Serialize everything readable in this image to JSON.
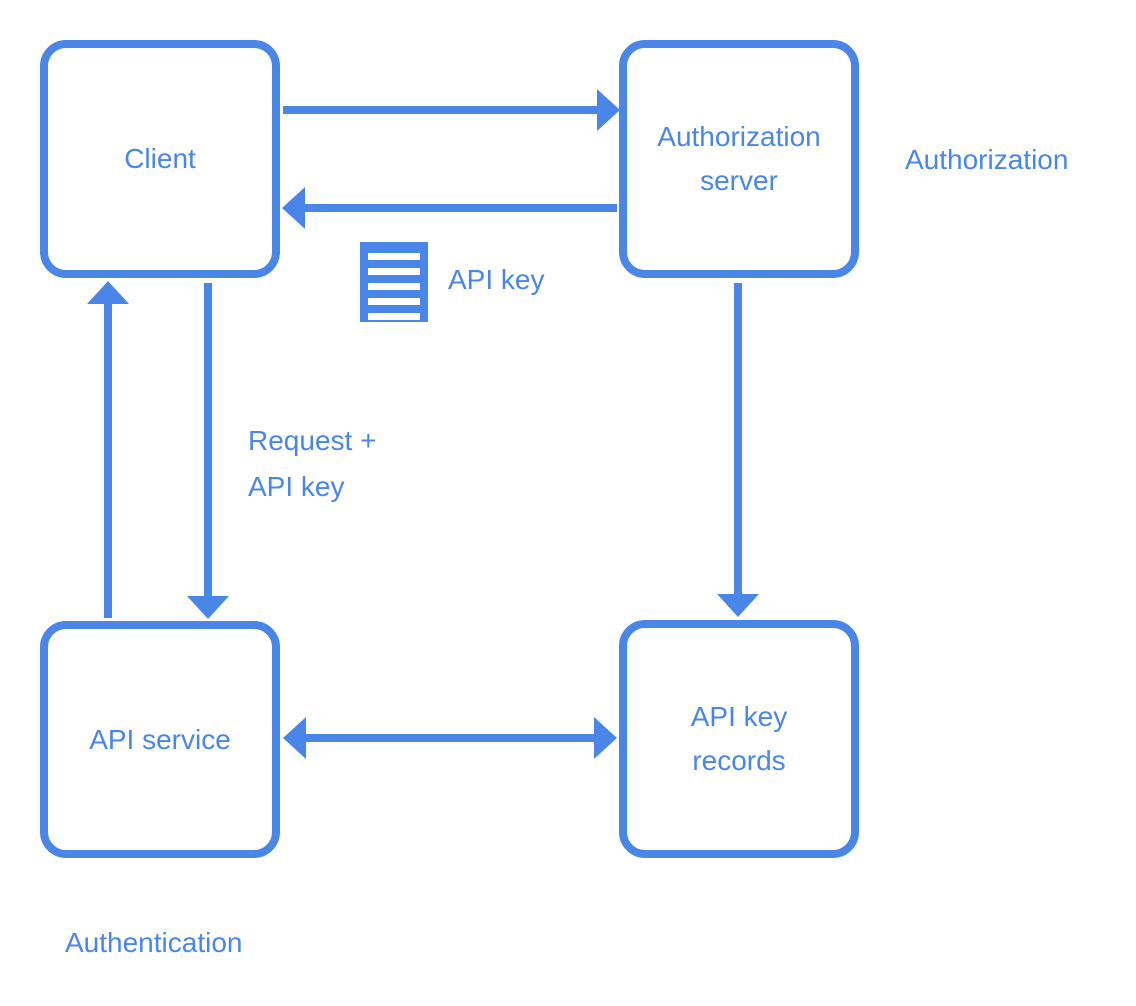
{
  "accent_color": "#4A86E8",
  "nodes": {
    "client": {
      "label": "Client"
    },
    "auth_server": {
      "label": "Authorization server"
    },
    "api_service": {
      "label": "API service"
    },
    "api_key_records": {
      "label": "API key records"
    }
  },
  "annotations": {
    "api_key_icon_label": "API key",
    "request_plus_api_key": "Request + API key",
    "authorization": "Authorization",
    "authentication": "Authentication"
  },
  "icons": {
    "api_key_doc": "document-lines-icon"
  },
  "edges": [
    {
      "from": "client",
      "to": "auth_server",
      "arrow": "forward"
    },
    {
      "from": "auth_server",
      "to": "client",
      "arrow": "forward"
    },
    {
      "from": "api_service",
      "to": "client",
      "arrow": "forward"
    },
    {
      "from": "client",
      "to": "api_service",
      "arrow": "forward"
    },
    {
      "from": "auth_server",
      "to": "api_key_records",
      "arrow": "forward"
    },
    {
      "from": "api_service",
      "to": "api_key_records",
      "arrow": "both"
    }
  ]
}
